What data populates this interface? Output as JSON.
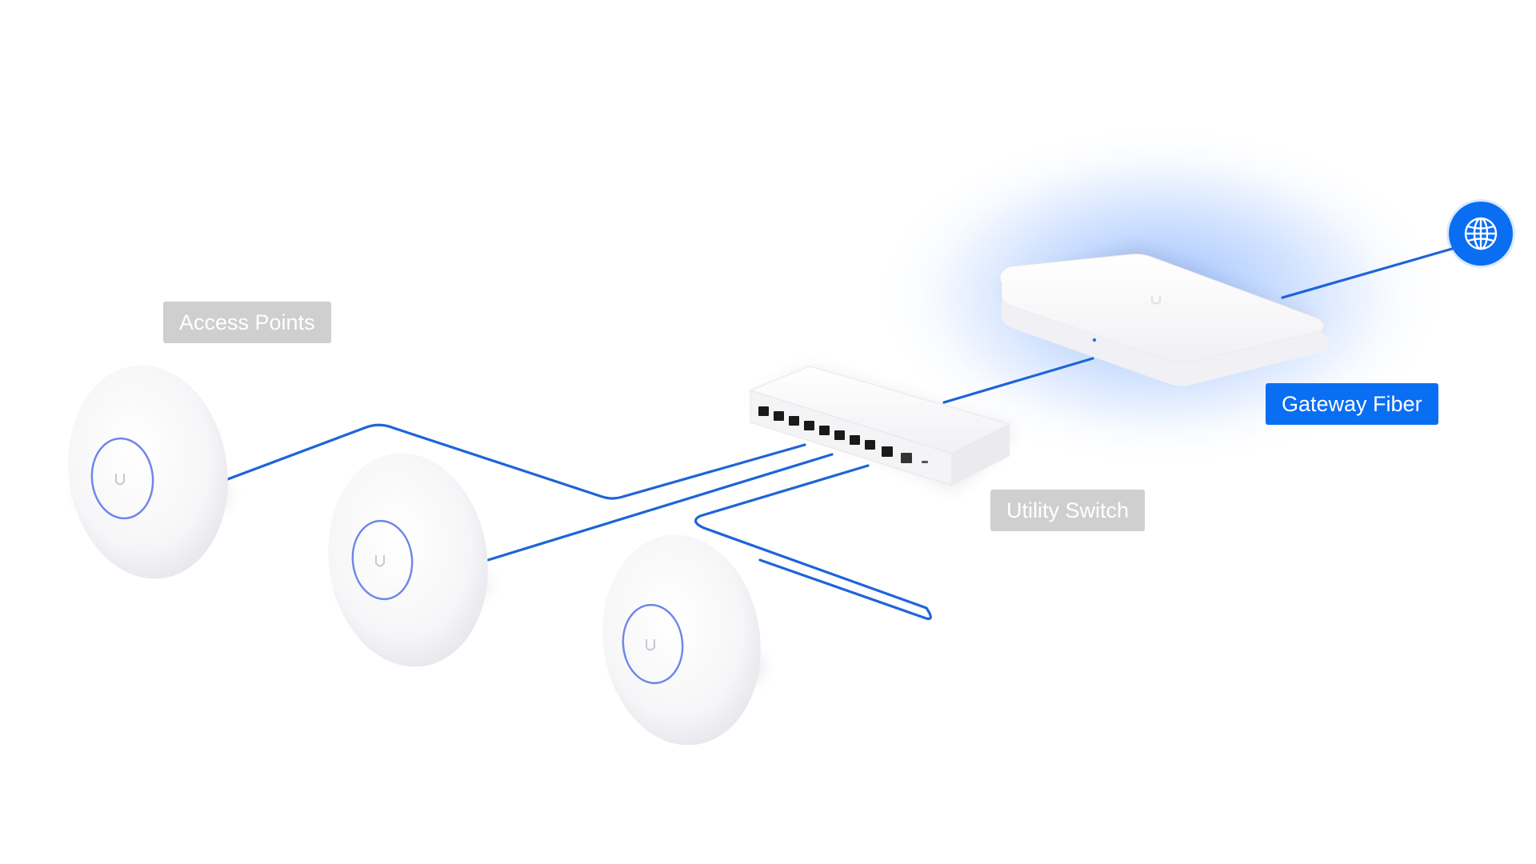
{
  "labels": {
    "access_points": "Access Points",
    "utility_switch": "Utility Switch",
    "gateway_fiber": "Gateway Fiber"
  },
  "icons": {
    "internet": "globe-icon",
    "access_point_logo": "ubiquiti-u-logo"
  },
  "colors": {
    "cable": "#1e64d8",
    "accent": "#0a6ef2",
    "label_gray": "#cfcfcf",
    "device_white": "#f7f7f9",
    "ap_ring": "#6f86e8"
  }
}
